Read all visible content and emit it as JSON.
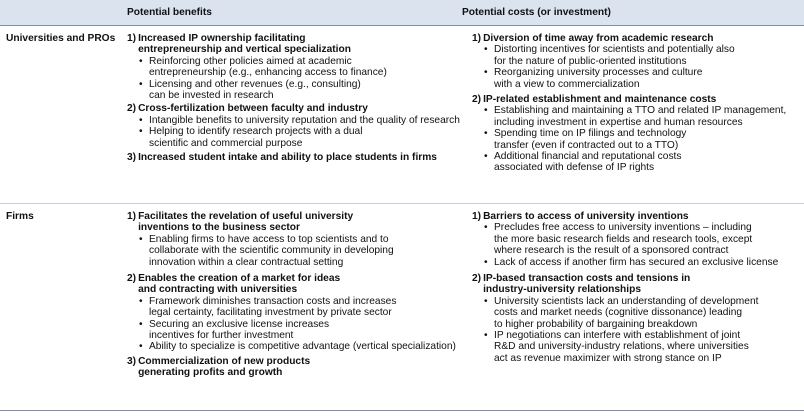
{
  "header": {
    "benefits": "Potential benefits",
    "costs": "Potential costs (or investment)"
  },
  "rows": [
    {
      "label": "Universities and PROs",
      "benefits": [
        {
          "num": "1)",
          "title": [
            "Increased IP ownership facilitating",
            "entrepreneurship and vertical specialization"
          ],
          "bullets": [
            [
              "Reinforcing other policies aimed at academic",
              "entrepreneurship (e.g., enhancing access to finance)"
            ],
            [
              "Licensing and other revenues (e.g., consulting)",
              "can be invested in research"
            ]
          ]
        },
        {
          "num": "2)",
          "title": [
            "Cross-fertilization between faculty and industry"
          ],
          "bullets": [
            [
              "Intangible benefits to university reputation and the quality of research"
            ],
            [
              "Helping to identify research projects with a dual",
              "scientific and commercial purpose"
            ]
          ]
        },
        {
          "num": "3)",
          "title": [
            "Increased student intake and ability to place students in firms"
          ],
          "bullets": []
        }
      ],
      "costs": [
        {
          "num": "1)",
          "title": [
            "Diversion of time away from academic research"
          ],
          "bullets": [
            [
              "Distorting incentives for scientists and potentially also",
              "for the nature of public-oriented institutions"
            ],
            [
              "Reorganizing university processes and culture",
              "with a view to commercialization"
            ]
          ]
        },
        {
          "num": "2)",
          "title": [
            "IP-related establishment and maintenance costs"
          ],
          "bullets": [
            [
              "Establishing and maintaining a TTO and related IP management,",
              "including investment in expertise and human resources"
            ],
            [
              "Spending time on IP filings and technology",
              "transfer (even if contracted out to a TTO)"
            ],
            [
              "Additional financial and reputational costs",
              "associated with defense of IP rights"
            ]
          ]
        }
      ]
    },
    {
      "label": "Firms",
      "benefits": [
        {
          "num": "1)",
          "title": [
            "Facilitates the revelation of useful university",
            "inventions to the business sector"
          ],
          "bullets": [
            [
              "Enabling firms to have access to top scientists and to",
              "collaborate with the scientific community in developing",
              "innovation within a clear contractual setting"
            ]
          ]
        },
        {
          "num": "2)",
          "title": [
            "Enables the creation of a market for ideas",
            "and contracting with universities"
          ],
          "bullets": [
            [
              "Framework diminishes transaction costs and increases",
              "legal certainty, facilitating investment by private sector"
            ],
            [
              "Securing an exclusive license increases",
              "incentives for further investment"
            ],
            [
              "Ability to specialize is competitive advantage (vertical specialization)"
            ]
          ]
        },
        {
          "num": "3)",
          "title": [
            "Commercialization of new products",
            "generating profits and growth"
          ],
          "bullets": []
        }
      ],
      "costs": [
        {
          "num": "1)",
          "title": [
            "Barriers to access of university inventions"
          ],
          "bullets": [
            [
              "Precludes free access to university inventions – including",
              "the more basic research fields and research tools, except",
              "where research is the result of a sponsored contract"
            ],
            [
              "Lack of access if another firm has secured an exclusive license"
            ]
          ]
        },
        {
          "num": "2)",
          "title": [
            "IP-based transaction costs and tensions in",
            "industry-university relationships"
          ],
          "bullets": [
            [
              "University scientists lack an understanding of development",
              "costs and market needs (cognitive dissonance) leading",
              "to higher probability of bargaining breakdown"
            ],
            [
              "IP negotiations can interfere with establishment of joint",
              "R&D and university-industry relations, where universities",
              "act as revenue maximizer with strong stance on IP"
            ]
          ]
        }
      ]
    }
  ]
}
